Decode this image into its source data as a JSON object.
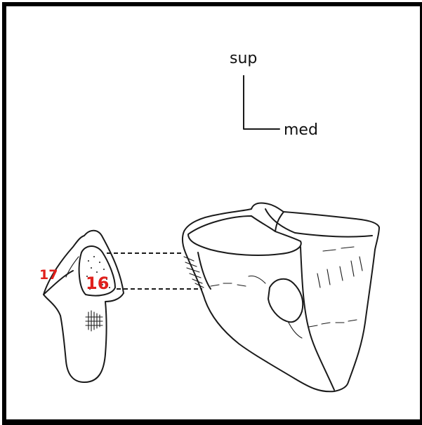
{
  "orientation": {
    "superior_label": "sup",
    "medial_label": "med"
  },
  "labels": {
    "structure_17": "17",
    "structure_16": "16"
  },
  "colors": {
    "frame": "#000000",
    "ink": "#1a1a1a",
    "label_red": "#e0201c"
  }
}
